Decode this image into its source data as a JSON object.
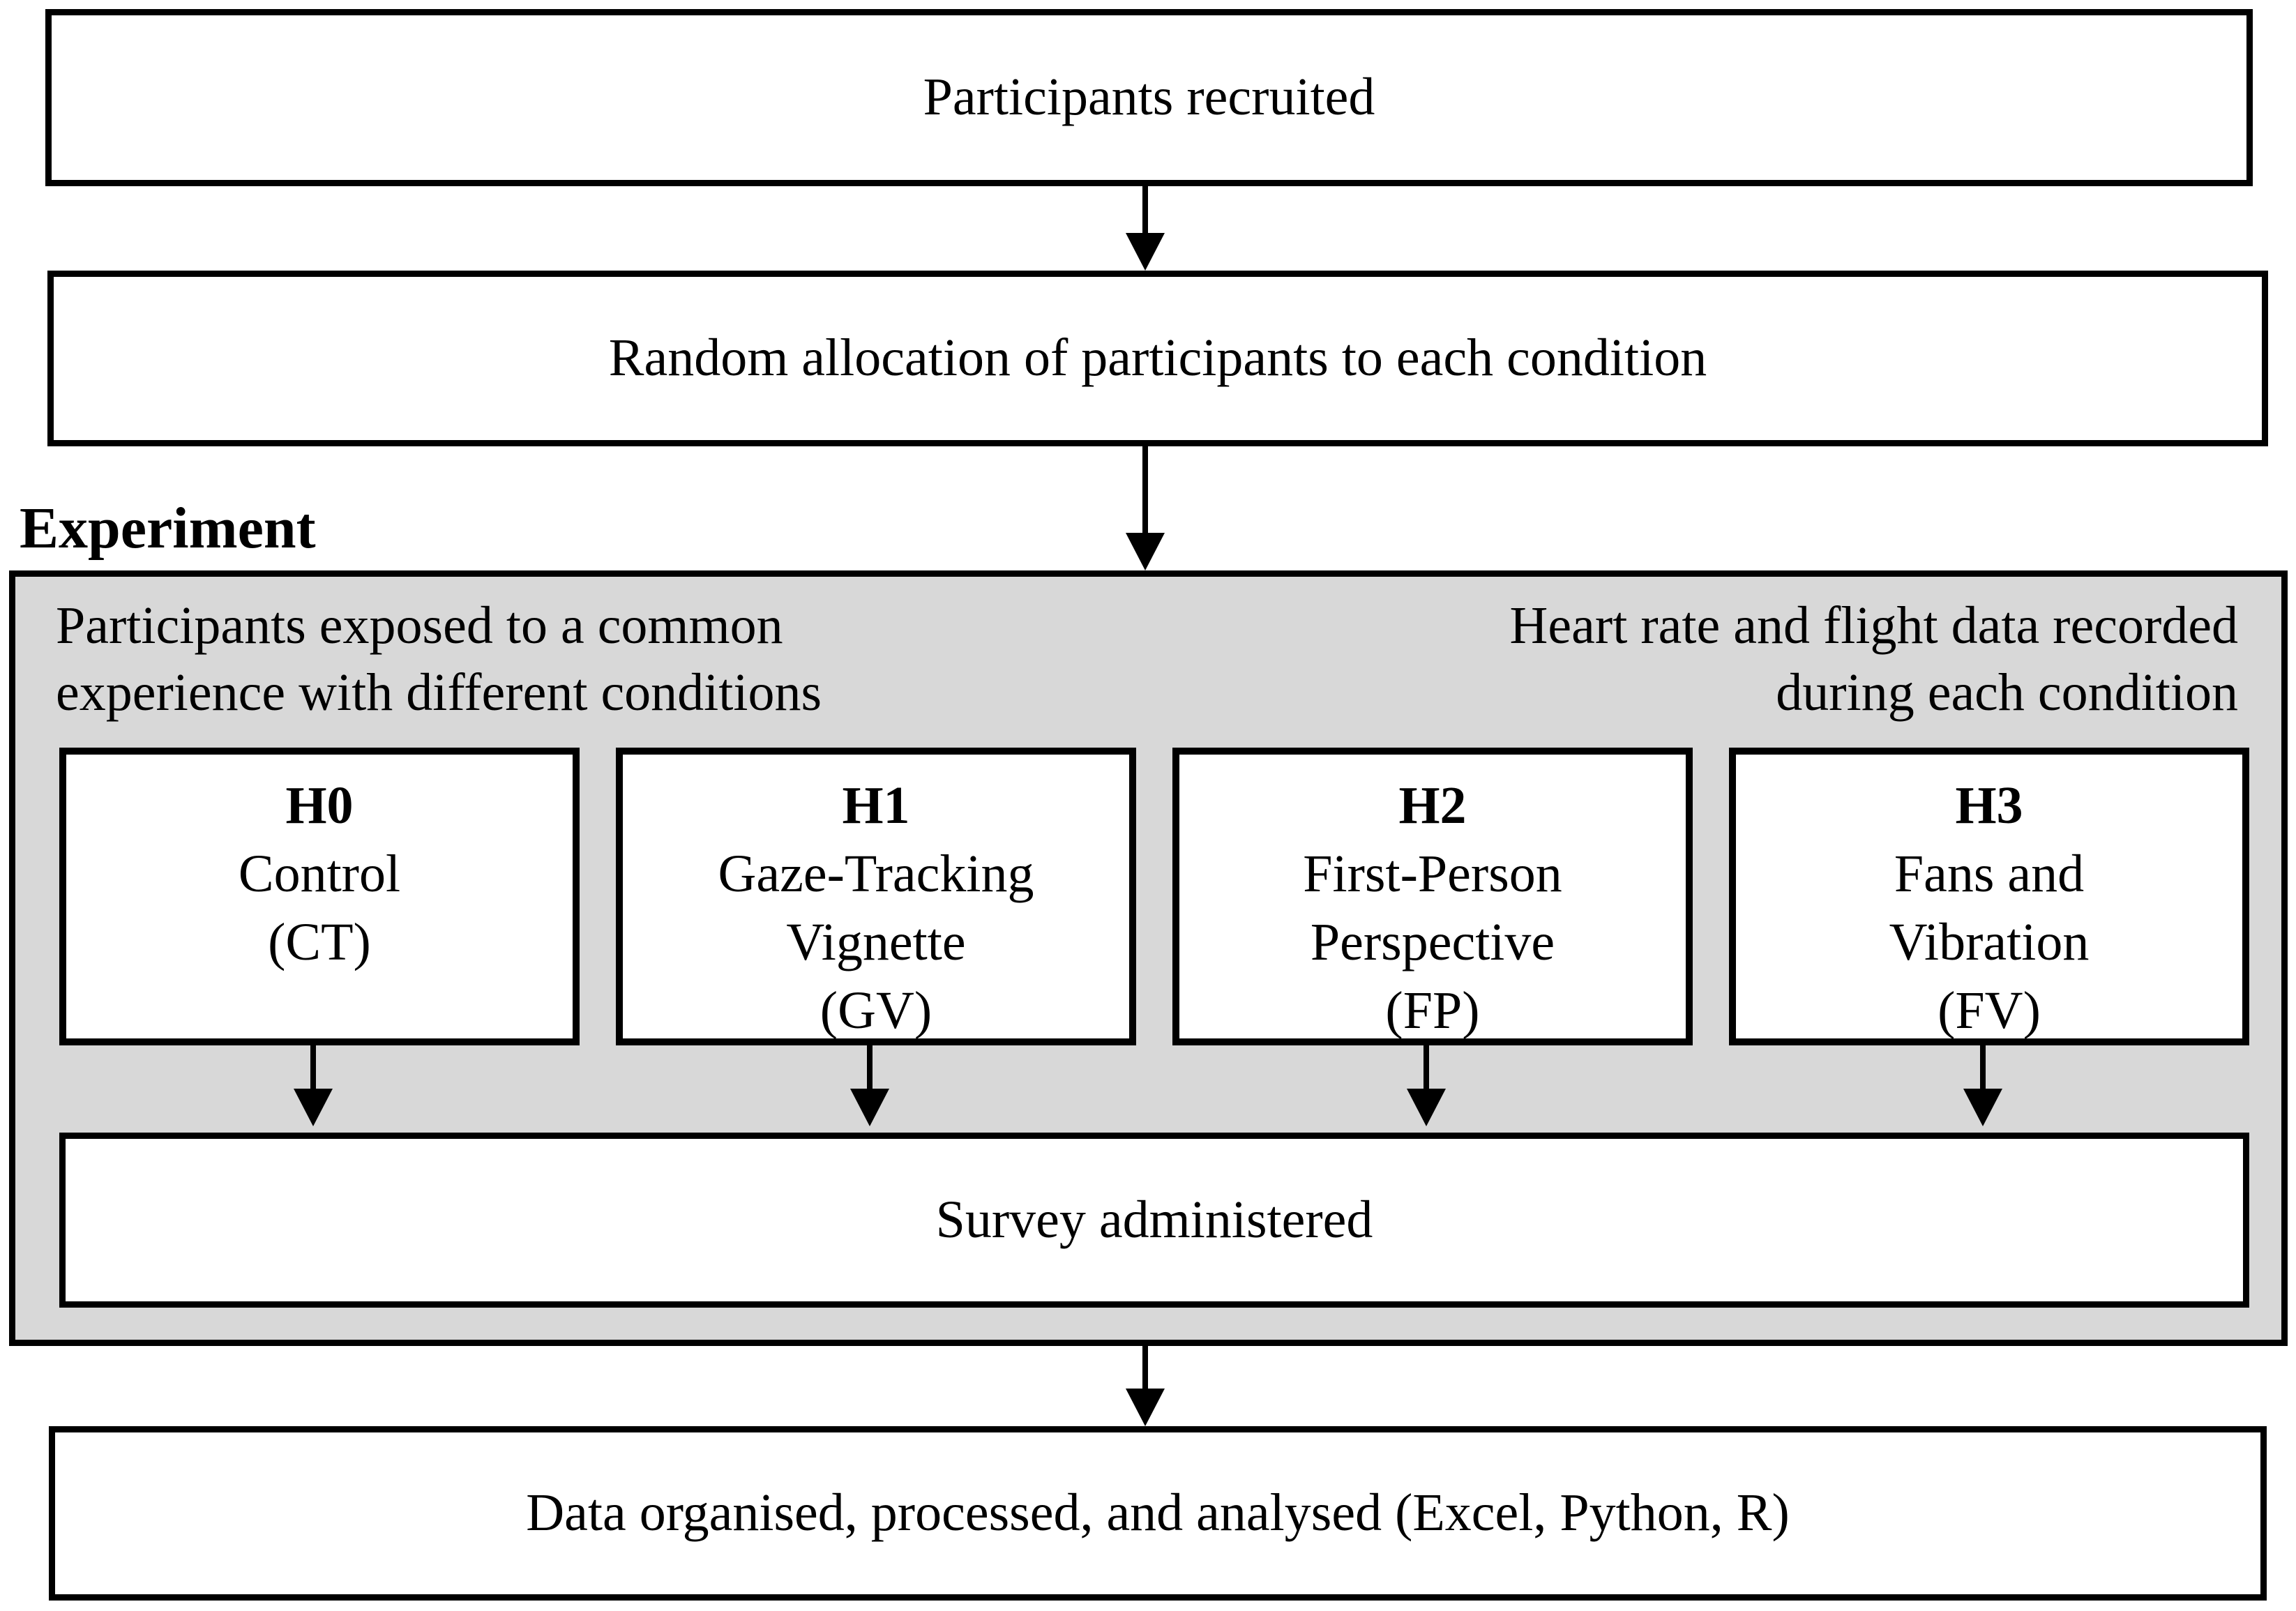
{
  "flow": {
    "recruit_box": "Participants recruited",
    "allocation_box": "Random allocation of participants to each condition",
    "experiment_label": "Experiment",
    "exposure_note": {
      "line1": "Participants exposed to a common",
      "line2": "experience with different conditions"
    },
    "recording_note": {
      "line1": "Heart rate and flight data recorded",
      "line2": "during each condition"
    },
    "conditions": [
      {
        "id": "H0",
        "lines": [
          "Control",
          "(CT)"
        ]
      },
      {
        "id": "H1",
        "lines": [
          "Gaze-Tracking",
          "Vignette",
          "(GV)"
        ]
      },
      {
        "id": "H2",
        "lines": [
          "First-Person",
          "Perspective",
          "(FP)"
        ]
      },
      {
        "id": "H3",
        "lines": [
          "Fans and",
          "Vibration",
          "(FV)"
        ]
      }
    ],
    "survey_box": "Survey administered",
    "analysis_box": "Data organised, processed, and analysed (Excel, Python, R)"
  },
  "colors": {
    "background": "#ffffff",
    "box_fill": "#ffffff",
    "container_fill": "#d8d8d8",
    "border": "#000000",
    "text": "#000000"
  }
}
